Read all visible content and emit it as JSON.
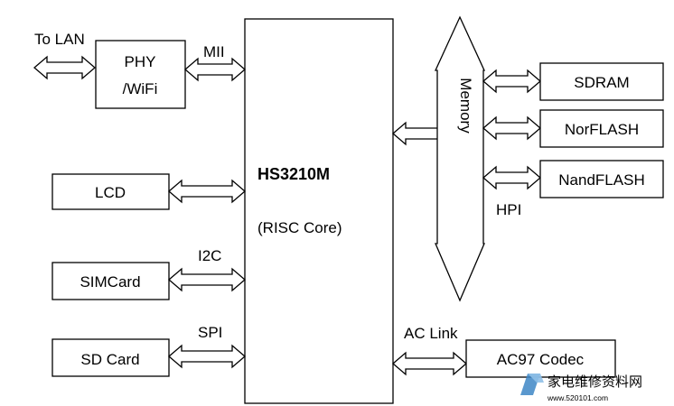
{
  "diagram": {
    "cpu": {
      "name": "HS3210M",
      "core": "(RISC Core)"
    },
    "bus_label": "Memory",
    "left": {
      "lan": "To LAN",
      "phy_line1": "PHY",
      "phy_line2": "/WiFi",
      "mii": "MII",
      "lcd": "LCD",
      "i2c": "I2C",
      "simcard": "SIMCard",
      "spi": "SPI",
      "sdcard": "SD Card"
    },
    "right": {
      "sdram": "SDRAM",
      "norflash": "NorFLASH",
      "nandflash": "NandFLASH",
      "hpi": "HPI",
      "aclink": "AC Link",
      "ac97": "AC97 Codec"
    }
  },
  "watermark": {
    "cn": "家电维修资料网",
    "url": "www.520101.com",
    "color": "#3d86c6"
  }
}
